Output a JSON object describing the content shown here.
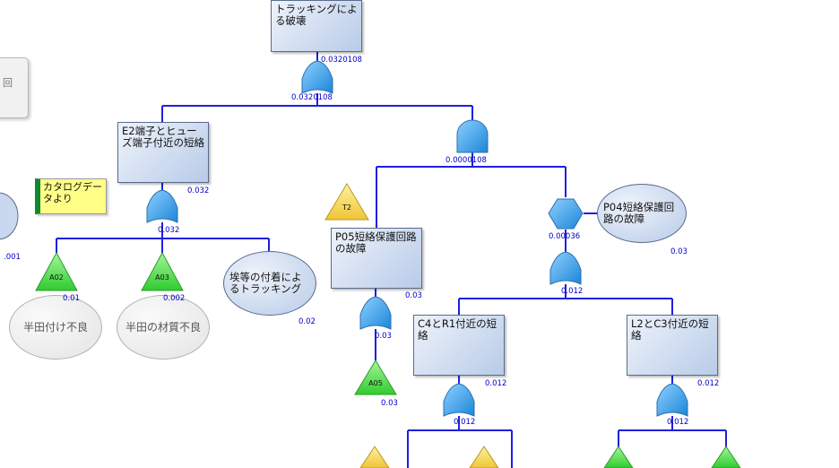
{
  "nodes": {
    "top": {
      "label": "トラッキングによる破壊",
      "prob": "0.0320108"
    },
    "e2": {
      "label": "E2端子とヒューズ端子付近の短絡",
      "prob": "0.032"
    },
    "p05": {
      "label": "P05短絡保護回路の故障",
      "prob": "0.03"
    },
    "c4r1": {
      "label": "C4とR1付近の短絡",
      "prob": "0.012"
    },
    "l2c3": {
      "label": "L2とC3付近の短絡",
      "prob": "0.012"
    },
    "p04": {
      "label": "P04短絡保護回路の故障",
      "prob": "0.03"
    },
    "dust": {
      "label": "埃等の付着によるトラッキング",
      "prob": "0.02"
    },
    "solder": {
      "label": "半田付け不良"
    },
    "material": {
      "label": "半田の材質不良"
    }
  },
  "gates": {
    "top_or": {
      "prob": "0.0320108"
    },
    "and1": {
      "prob": "0.0000108"
    },
    "e2_or": {
      "prob": "0.032"
    },
    "p05_or": {
      "prob": "0.03"
    },
    "hex": {
      "prob": "0.00036"
    },
    "p04_or": {
      "prob": "0.012"
    },
    "c4r1_or": {
      "prob": "0.012"
    },
    "l2c3_or": {
      "prob": "0.012"
    }
  },
  "transfers": {
    "t2": {
      "label": "T2"
    },
    "a02": {
      "label": "A02",
      "prob": "0.01"
    },
    "a03": {
      "label": "A03",
      "prob": "0.002"
    },
    "a05": {
      "label": "A05",
      "prob": "0.03"
    }
  },
  "misc": {
    "left_edge_prob": ".001",
    "panel_glyph": "回",
    "note_text": "カタログデータより"
  },
  "colors": {
    "line": "#1f1fe0",
    "gate_fill": "#3aa3ee",
    "transfer_green": "#44dd44",
    "transfer_yellow": "#f4d84a",
    "prob_text": "#0000cc"
  }
}
